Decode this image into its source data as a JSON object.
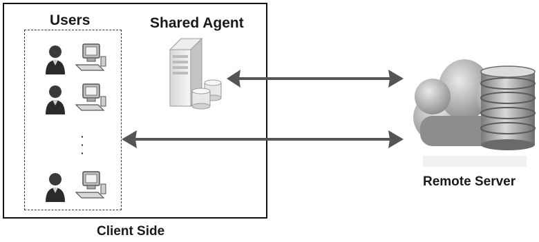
{
  "labels": {
    "users": "Users",
    "shared_agent": "Shared Agent",
    "client_side": "Client Side",
    "remote_server": "Remote Server",
    "ellipsis": "·\n·\n·"
  },
  "colors": {
    "arrow": "#555555",
    "border": "#111111",
    "text": "#1a1a1a"
  },
  "icons": {
    "user": "user-icon",
    "computer": "computer-icon",
    "server": "server-icon",
    "cloud_database": "cloud-database-icon"
  }
}
